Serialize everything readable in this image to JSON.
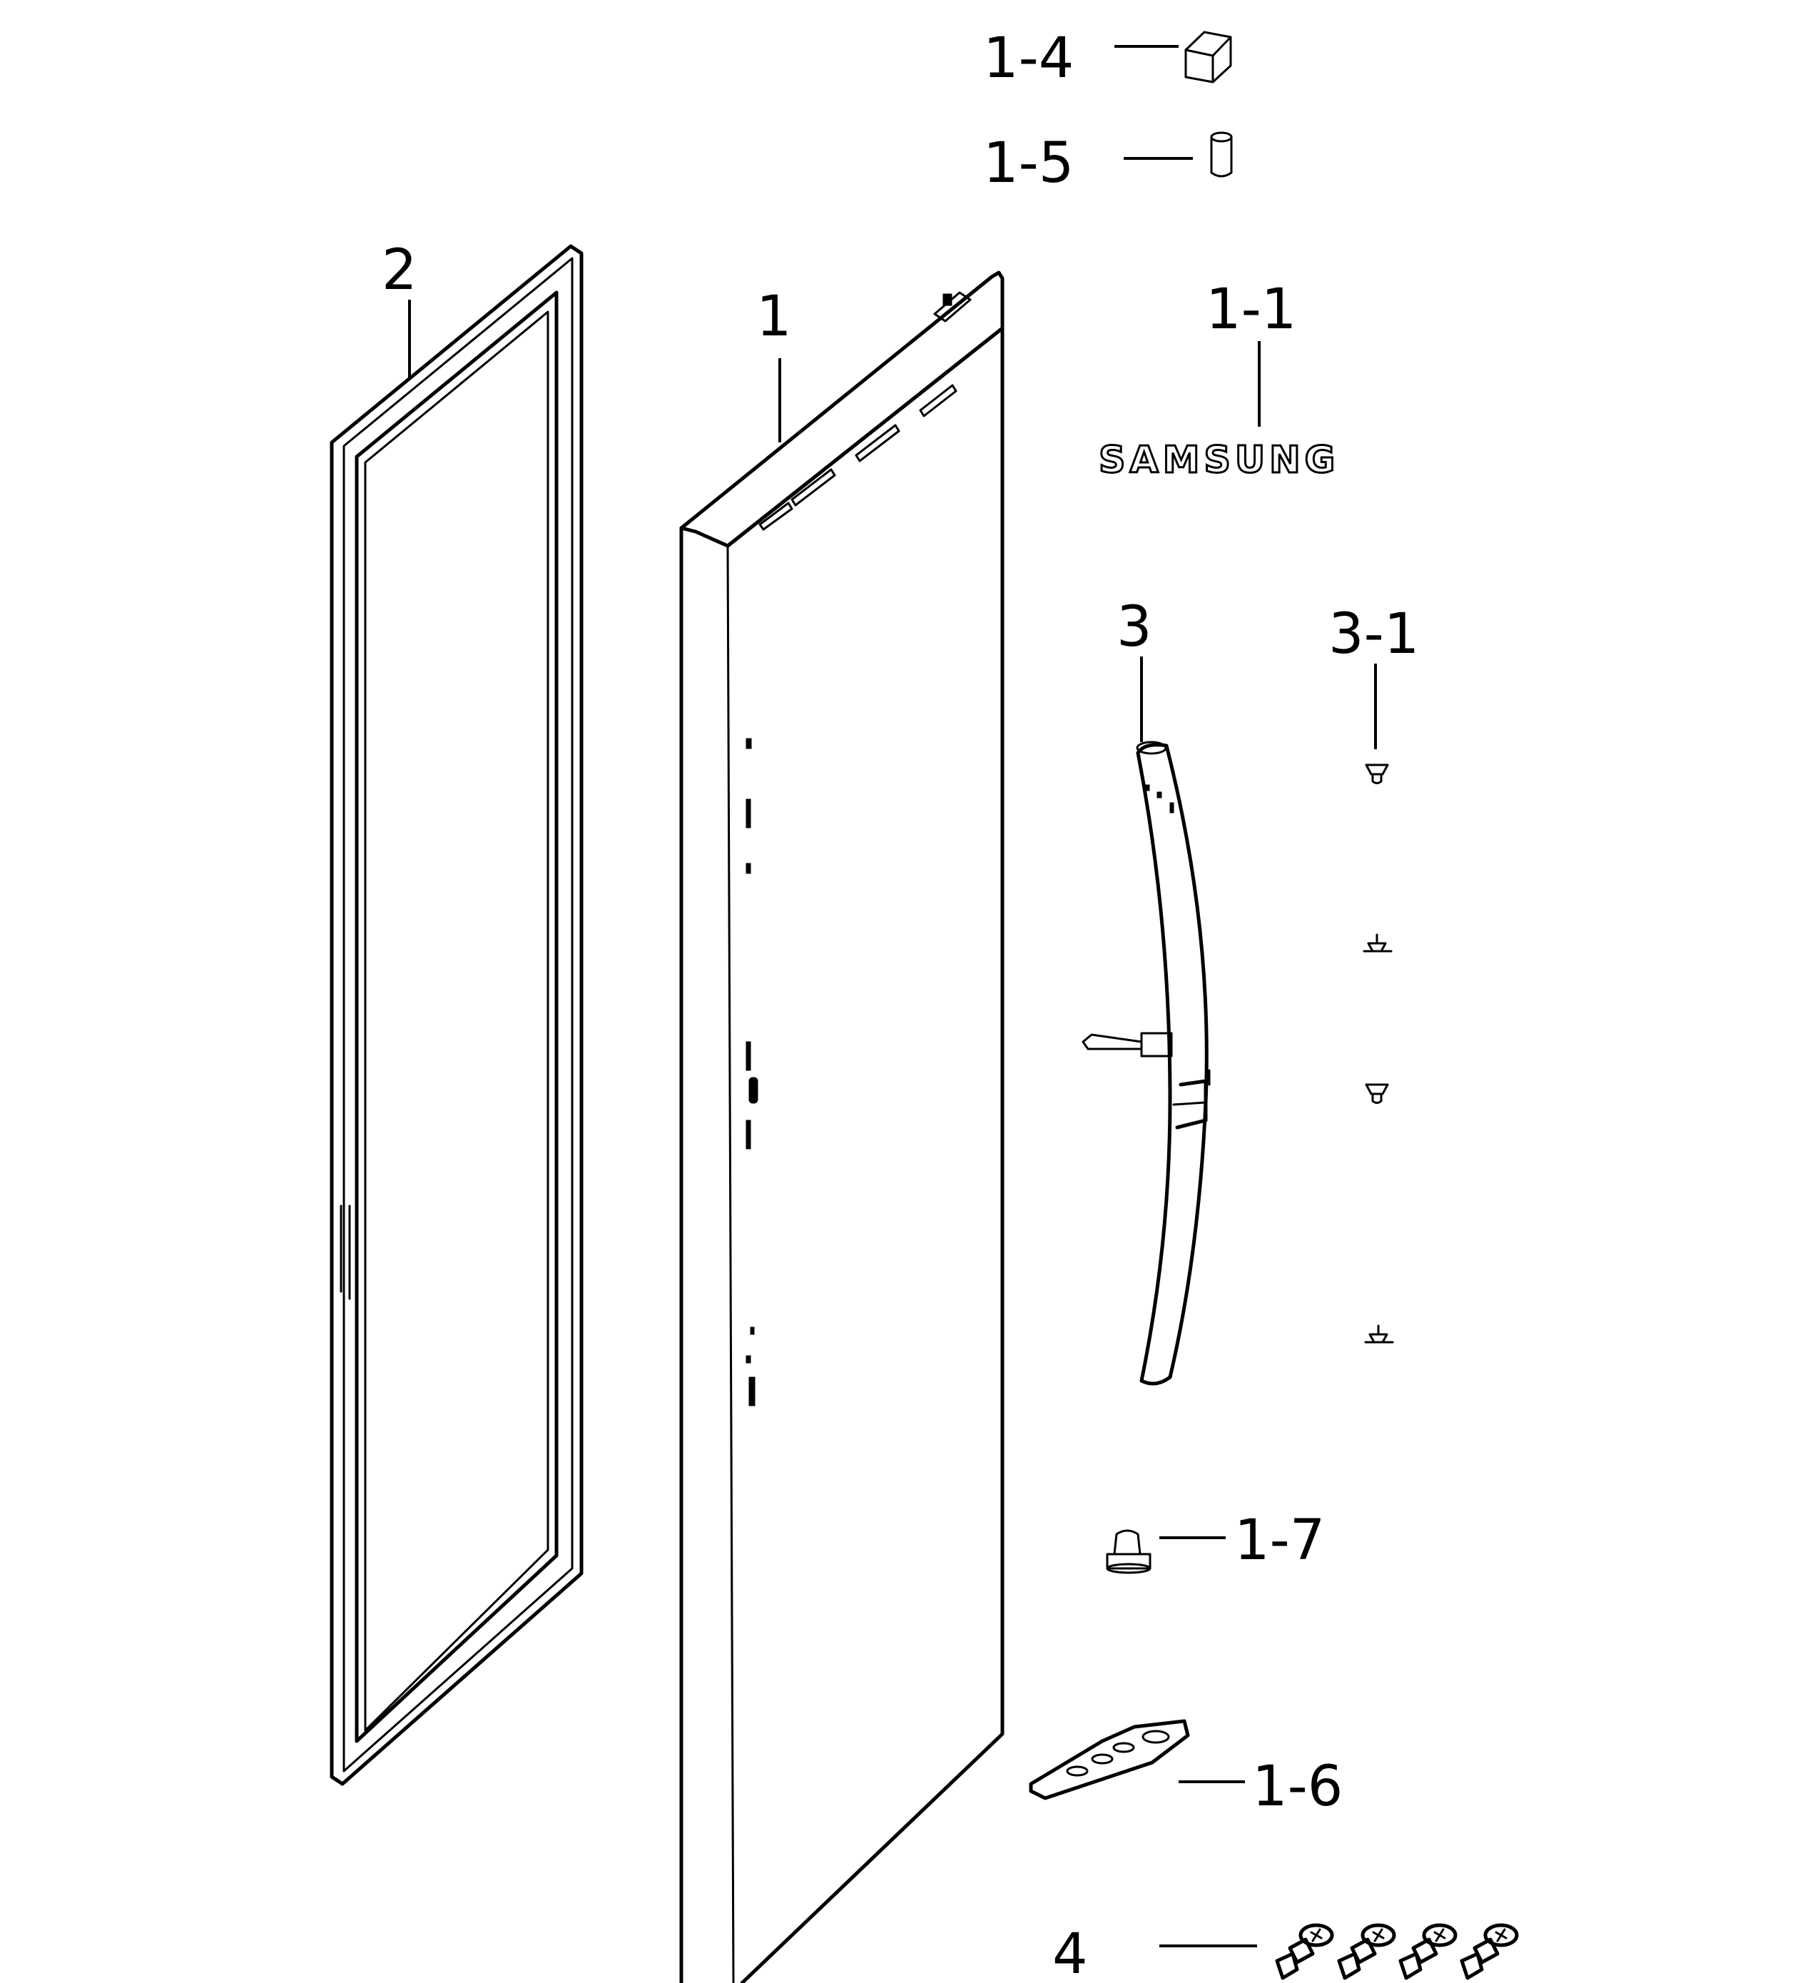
{
  "diagram": {
    "labels": {
      "door": "1",
      "logo": "1-1",
      "cap_small": "1-4",
      "cap_round": "1-5",
      "hinge": "1-6",
      "bushing": "1-7",
      "gasket": "2",
      "handle": "3",
      "handle_screws": "3-1",
      "hinge_screws": "4"
    },
    "logo_text": "SAMSUNG"
  }
}
